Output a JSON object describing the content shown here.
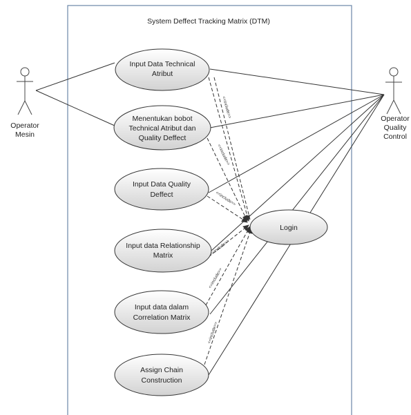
{
  "diagram": {
    "system_title": "System Deffect Tracking Matrix (DTM)",
    "actors": {
      "operator_mesin": {
        "line1": "Operator",
        "line2": "Mesin"
      },
      "operator_qc": {
        "line1": "Operator",
        "line2": "Quality",
        "line3": "Control"
      }
    },
    "use_cases": [
      {
        "lines": [
          "Input Data Technical",
          "Atribut"
        ]
      },
      {
        "lines": [
          "Menentukan bobot",
          "Technical Atribut dan",
          "Quality Deffect"
        ]
      },
      {
        "lines": [
          "Input Data Quality",
          "Deffect"
        ]
      },
      {
        "lines": [
          "Input data Relationship",
          "Matrix"
        ]
      },
      {
        "lines": [
          "Input data dalam",
          "Correlation Matrix"
        ]
      },
      {
        "lines": [
          "Assign Chain",
          "Construction"
        ]
      }
    ],
    "login": {
      "label": "Login"
    },
    "stereotype": "<<include>>",
    "colors": {
      "ellipse_fill_top": "#ffffff",
      "ellipse_fill_bottom": "#d4d4d4",
      "stroke": "#333333",
      "system_border": "#6a86a8"
    }
  }
}
